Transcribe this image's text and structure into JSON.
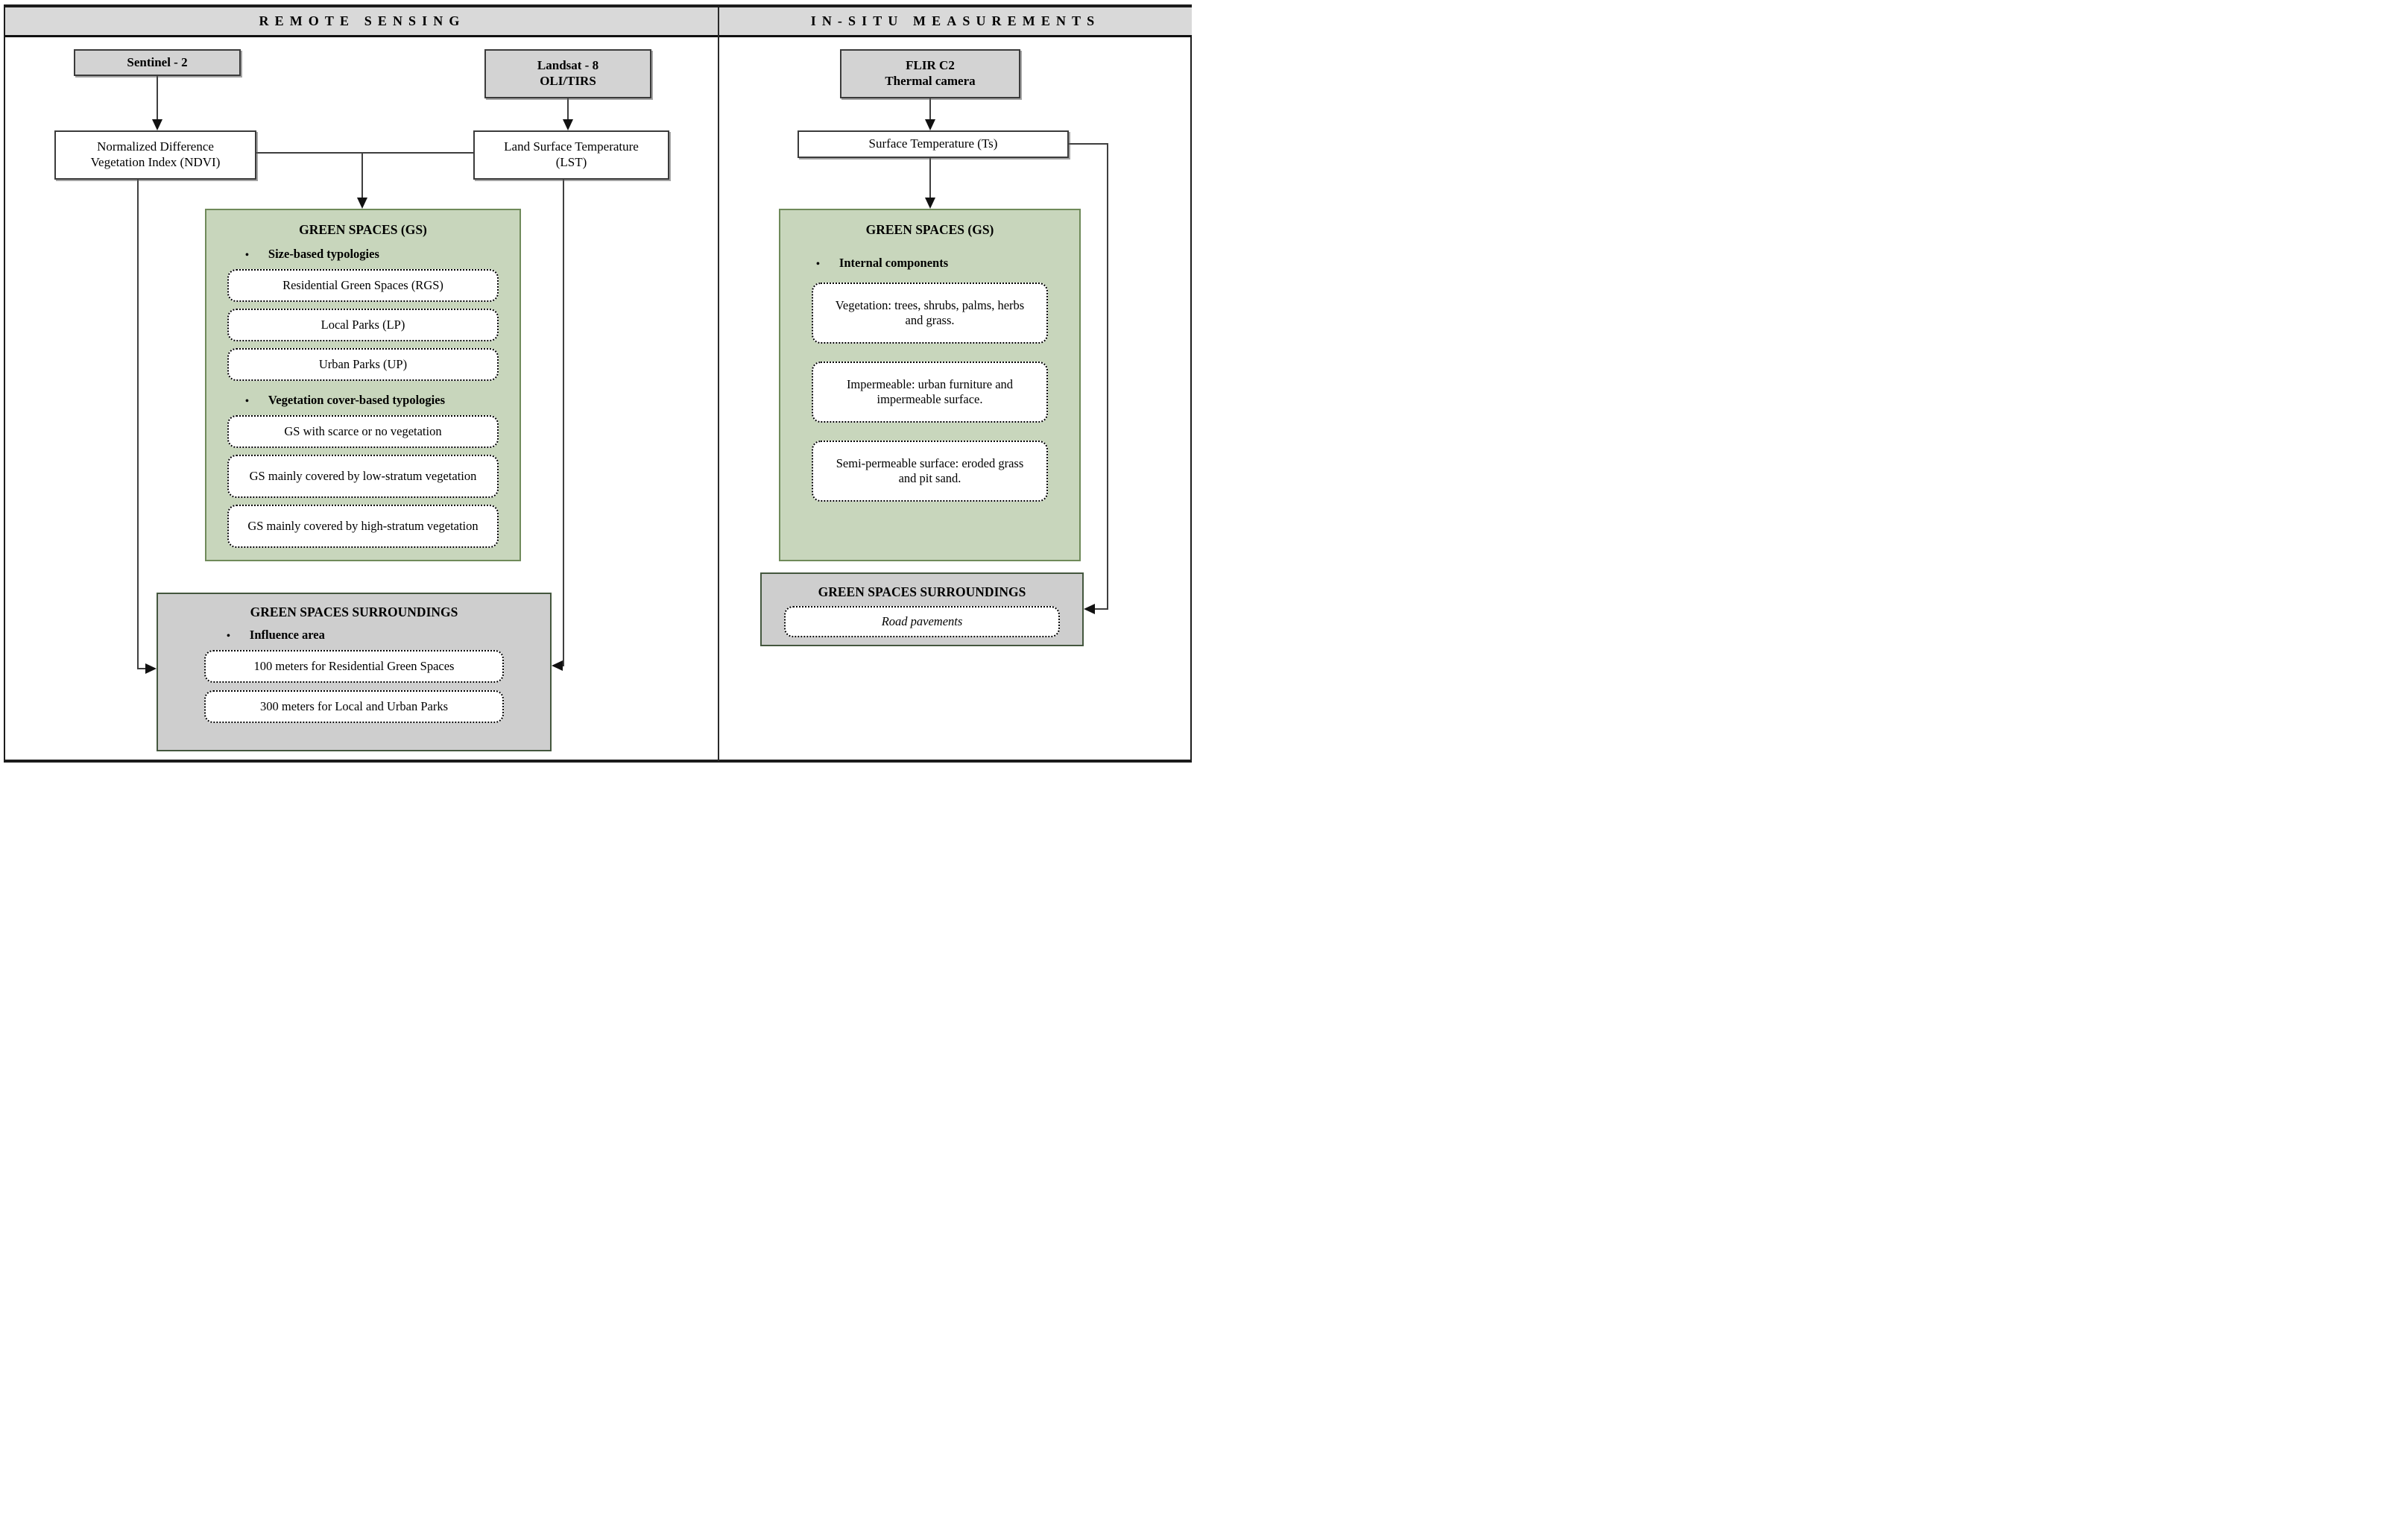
{
  "header": {
    "left": "REMOTE SENSING",
    "right": "IN-SITU MEASUREMENTS"
  },
  "remote_sensing": {
    "sentinel2": {
      "label": "Sentinel - 2"
    },
    "landsat8": {
      "line1": "Landsat - 8",
      "line2": "OLI/TIRS"
    },
    "ndvi": {
      "label": "Normalized Difference Vegetation Index (NDVI)"
    },
    "lst": {
      "label": "Land Surface Temperature (LST)"
    },
    "green_spaces": {
      "title": "GREEN SPACES (GS)",
      "bullet1": "Size-based typologies",
      "size_typologies": [
        "Residential Green Spaces (RGS)",
        "Local Parks (LP)",
        "Urban Parks (UP)"
      ],
      "bullet2": "Vegetation cover-based typologies",
      "cover_typologies": [
        "GS with scarce or no vegetation",
        "GS mainly covered by low-stratum vegetation",
        "GS mainly covered by high-stratum vegetation"
      ]
    },
    "surroundings": {
      "title": "GREEN SPACES SURROUNDINGS",
      "bullet": "Influence area",
      "items": [
        "100 meters for Residential Green Spaces",
        "300 meters for Local and Urban Parks"
      ]
    }
  },
  "in_situ": {
    "flir": {
      "line1": "FLIR C2",
      "line2": "Thermal camera"
    },
    "ts": {
      "label": "Surface Temperature (Ts)"
    },
    "green_spaces": {
      "title": "GREEN SPACES (GS)",
      "bullet": "Internal components",
      "components": [
        "Vegetation: trees, shrubs, palms, herbs and grass.",
        "Impermeable: urban furniture and impermeable surface.",
        "Semi-permeable surface: eroded grass and pit sand."
      ]
    },
    "surroundings": {
      "title": "GREEN SPACES SURROUNDINGS",
      "items": [
        "Road pavements"
      ]
    }
  },
  "colors": {
    "header_fill": "#d9d9d9",
    "source_box_fill": "#d3d3d3",
    "green_fill": "#c8d6bc",
    "green_border": "#6f8a5a",
    "gray_fill": "#cecece",
    "gray_border": "#44573e",
    "line": "#3f3f3f"
  }
}
